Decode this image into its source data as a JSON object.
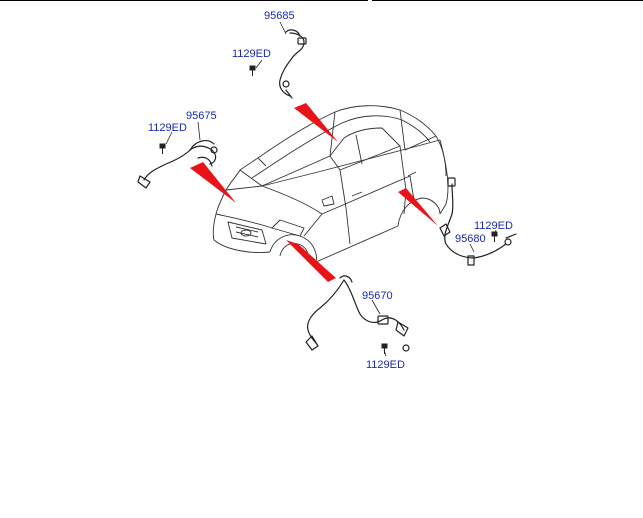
{
  "colors": {
    "label": "#1a2bb0",
    "line": "#222222",
    "pointer": "#e8141a"
  },
  "labels": {
    "rear_left_sensor": "95685",
    "rear_left_bolt": "1129ED",
    "front_left_sensor": "95675",
    "front_left_bolt": "1129ED",
    "rear_right_bolt": "1129ED",
    "rear_right_sensor": "95680",
    "front_right_sensor": "95670",
    "front_right_bolt": "1129ED"
  }
}
